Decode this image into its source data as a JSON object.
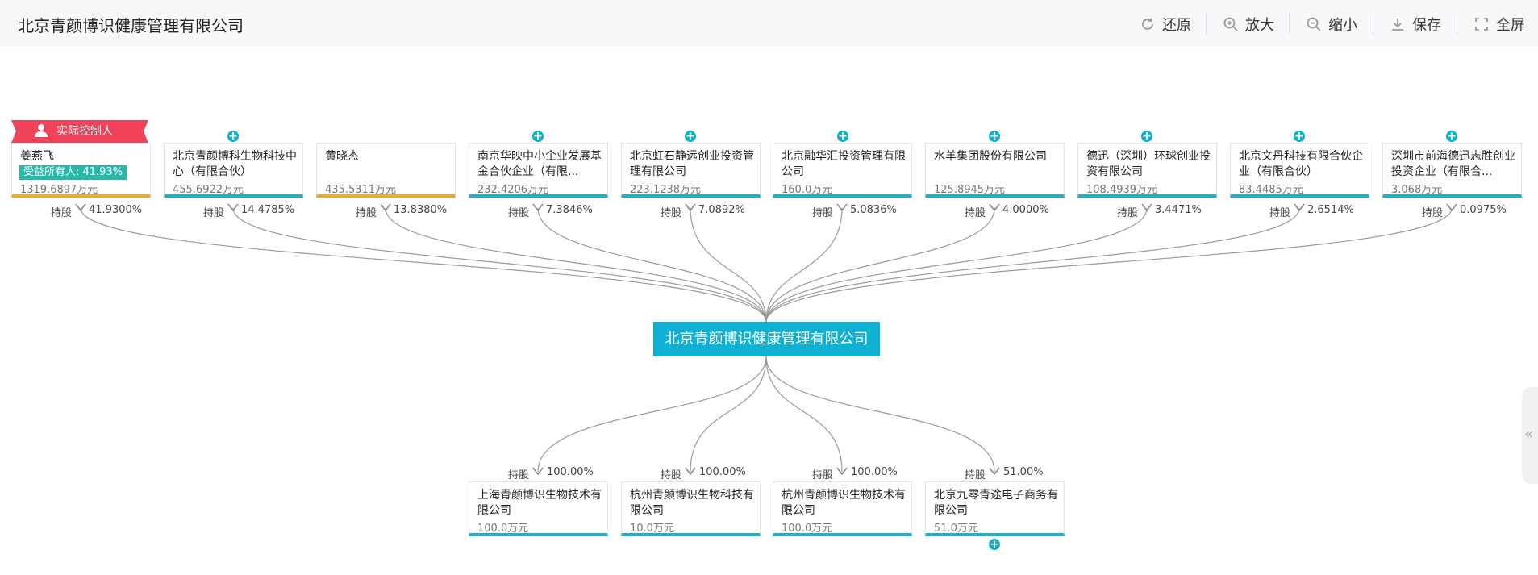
{
  "header": {
    "title": "北京青颜博识健康管理有限公司",
    "buttons": [
      {
        "label": "还原",
        "icon": "refresh-icon"
      },
      {
        "label": "放大",
        "icon": "zoom-in-icon"
      },
      {
        "label": "缩小",
        "icon": "zoom-out-icon"
      },
      {
        "label": "保存",
        "icon": "download-icon"
      },
      {
        "label": "全屏",
        "icon": "fullscreen-icon"
      }
    ]
  },
  "center": {
    "name": "北京青颜博识健康管理有限公司"
  },
  "controller_tag": "实际控制人",
  "shareholders": [
    {
      "name": "姜燕飞",
      "amount": "1319.6897万元",
      "label": "持股",
      "percent": "41.9300%",
      "badge": "受益所有人: 41.93%"
    },
    {
      "name": "北京青颜博科生物科技中心（有限合伙）",
      "amount": "455.6922万元",
      "label": "持股",
      "percent": "14.4785%"
    },
    {
      "name": "黄晓杰",
      "amount": "435.5311万元",
      "label": "持股",
      "percent": "13.8380%"
    },
    {
      "name": "南京华映中小企业发展基金合伙企业（有限...",
      "amount": "232.4206万元",
      "label": "持股",
      "percent": "7.3846%"
    },
    {
      "name": "北京虹石静远创业投资管理有限公司",
      "amount": "223.1238万元",
      "label": "持股",
      "percent": "7.0892%"
    },
    {
      "name": "北京融华汇投资管理有限公司",
      "amount": "160.0万元",
      "label": "持股",
      "percent": "5.0836%"
    },
    {
      "name": "水羊集团股份有限公司",
      "amount": "125.8945万元",
      "label": "持股",
      "percent": "4.0000%"
    },
    {
      "name": "德迅（深圳）环球创业投资有限公司",
      "amount": "108.4939万元",
      "label": "持股",
      "percent": "3.4471%"
    },
    {
      "name": "北京文丹科技有限合伙企业（有限合伙）",
      "amount": "83.4485万元",
      "label": "持股",
      "percent": "2.6514%"
    },
    {
      "name": "深圳市前海德迅志胜创业投资企业（有限合...",
      "amount": "3.068万元",
      "label": "持股",
      "percent": "0.0975%"
    }
  ],
  "investments": [
    {
      "name": "上海青颜博识生物技术有限公司",
      "amount": "100.0万元",
      "label": "持股",
      "percent": "100.00%"
    },
    {
      "name": "杭州青颜博识生物科技有限公司",
      "amount": "10.0万元",
      "label": "持股",
      "percent": "100.00%"
    },
    {
      "name": "杭州青颜博识生物技术有限公司",
      "amount": "100.0万元",
      "label": "持股",
      "percent": "100.00%"
    },
    {
      "name": "北京九零青途电子商务有限公司",
      "amount": "51.0万元",
      "label": "持股",
      "percent": "51.00%"
    }
  ],
  "side_toggle": "«",
  "colors": {
    "accent": "#0fb0d2",
    "orange": "#f5a623",
    "ribbon": "#f0435a",
    "badge": "#27b7ab"
  }
}
